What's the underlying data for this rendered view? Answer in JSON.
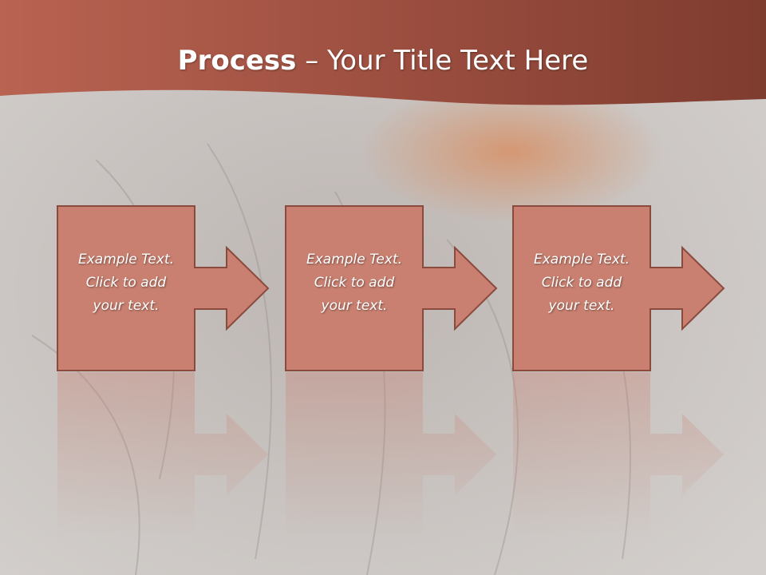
{
  "title": {
    "bold": "Process",
    "separator": " – ",
    "rest": "Your Title Text Here"
  },
  "steps": [
    {
      "lines": [
        "Example Text.",
        "Click  to add",
        "your text."
      ]
    },
    {
      "lines": [
        "Example Text.",
        "Click  to add",
        "your text."
      ]
    },
    {
      "lines": [
        "Example Text.",
        "Click  to add",
        "your text."
      ]
    }
  ],
  "colors": {
    "banner": "#a85a4a",
    "banner_dark": "#7e3c2f",
    "box_fill": "#c98070",
    "box_stroke": "#8a4a3d",
    "background": "#cdc8c5"
  }
}
